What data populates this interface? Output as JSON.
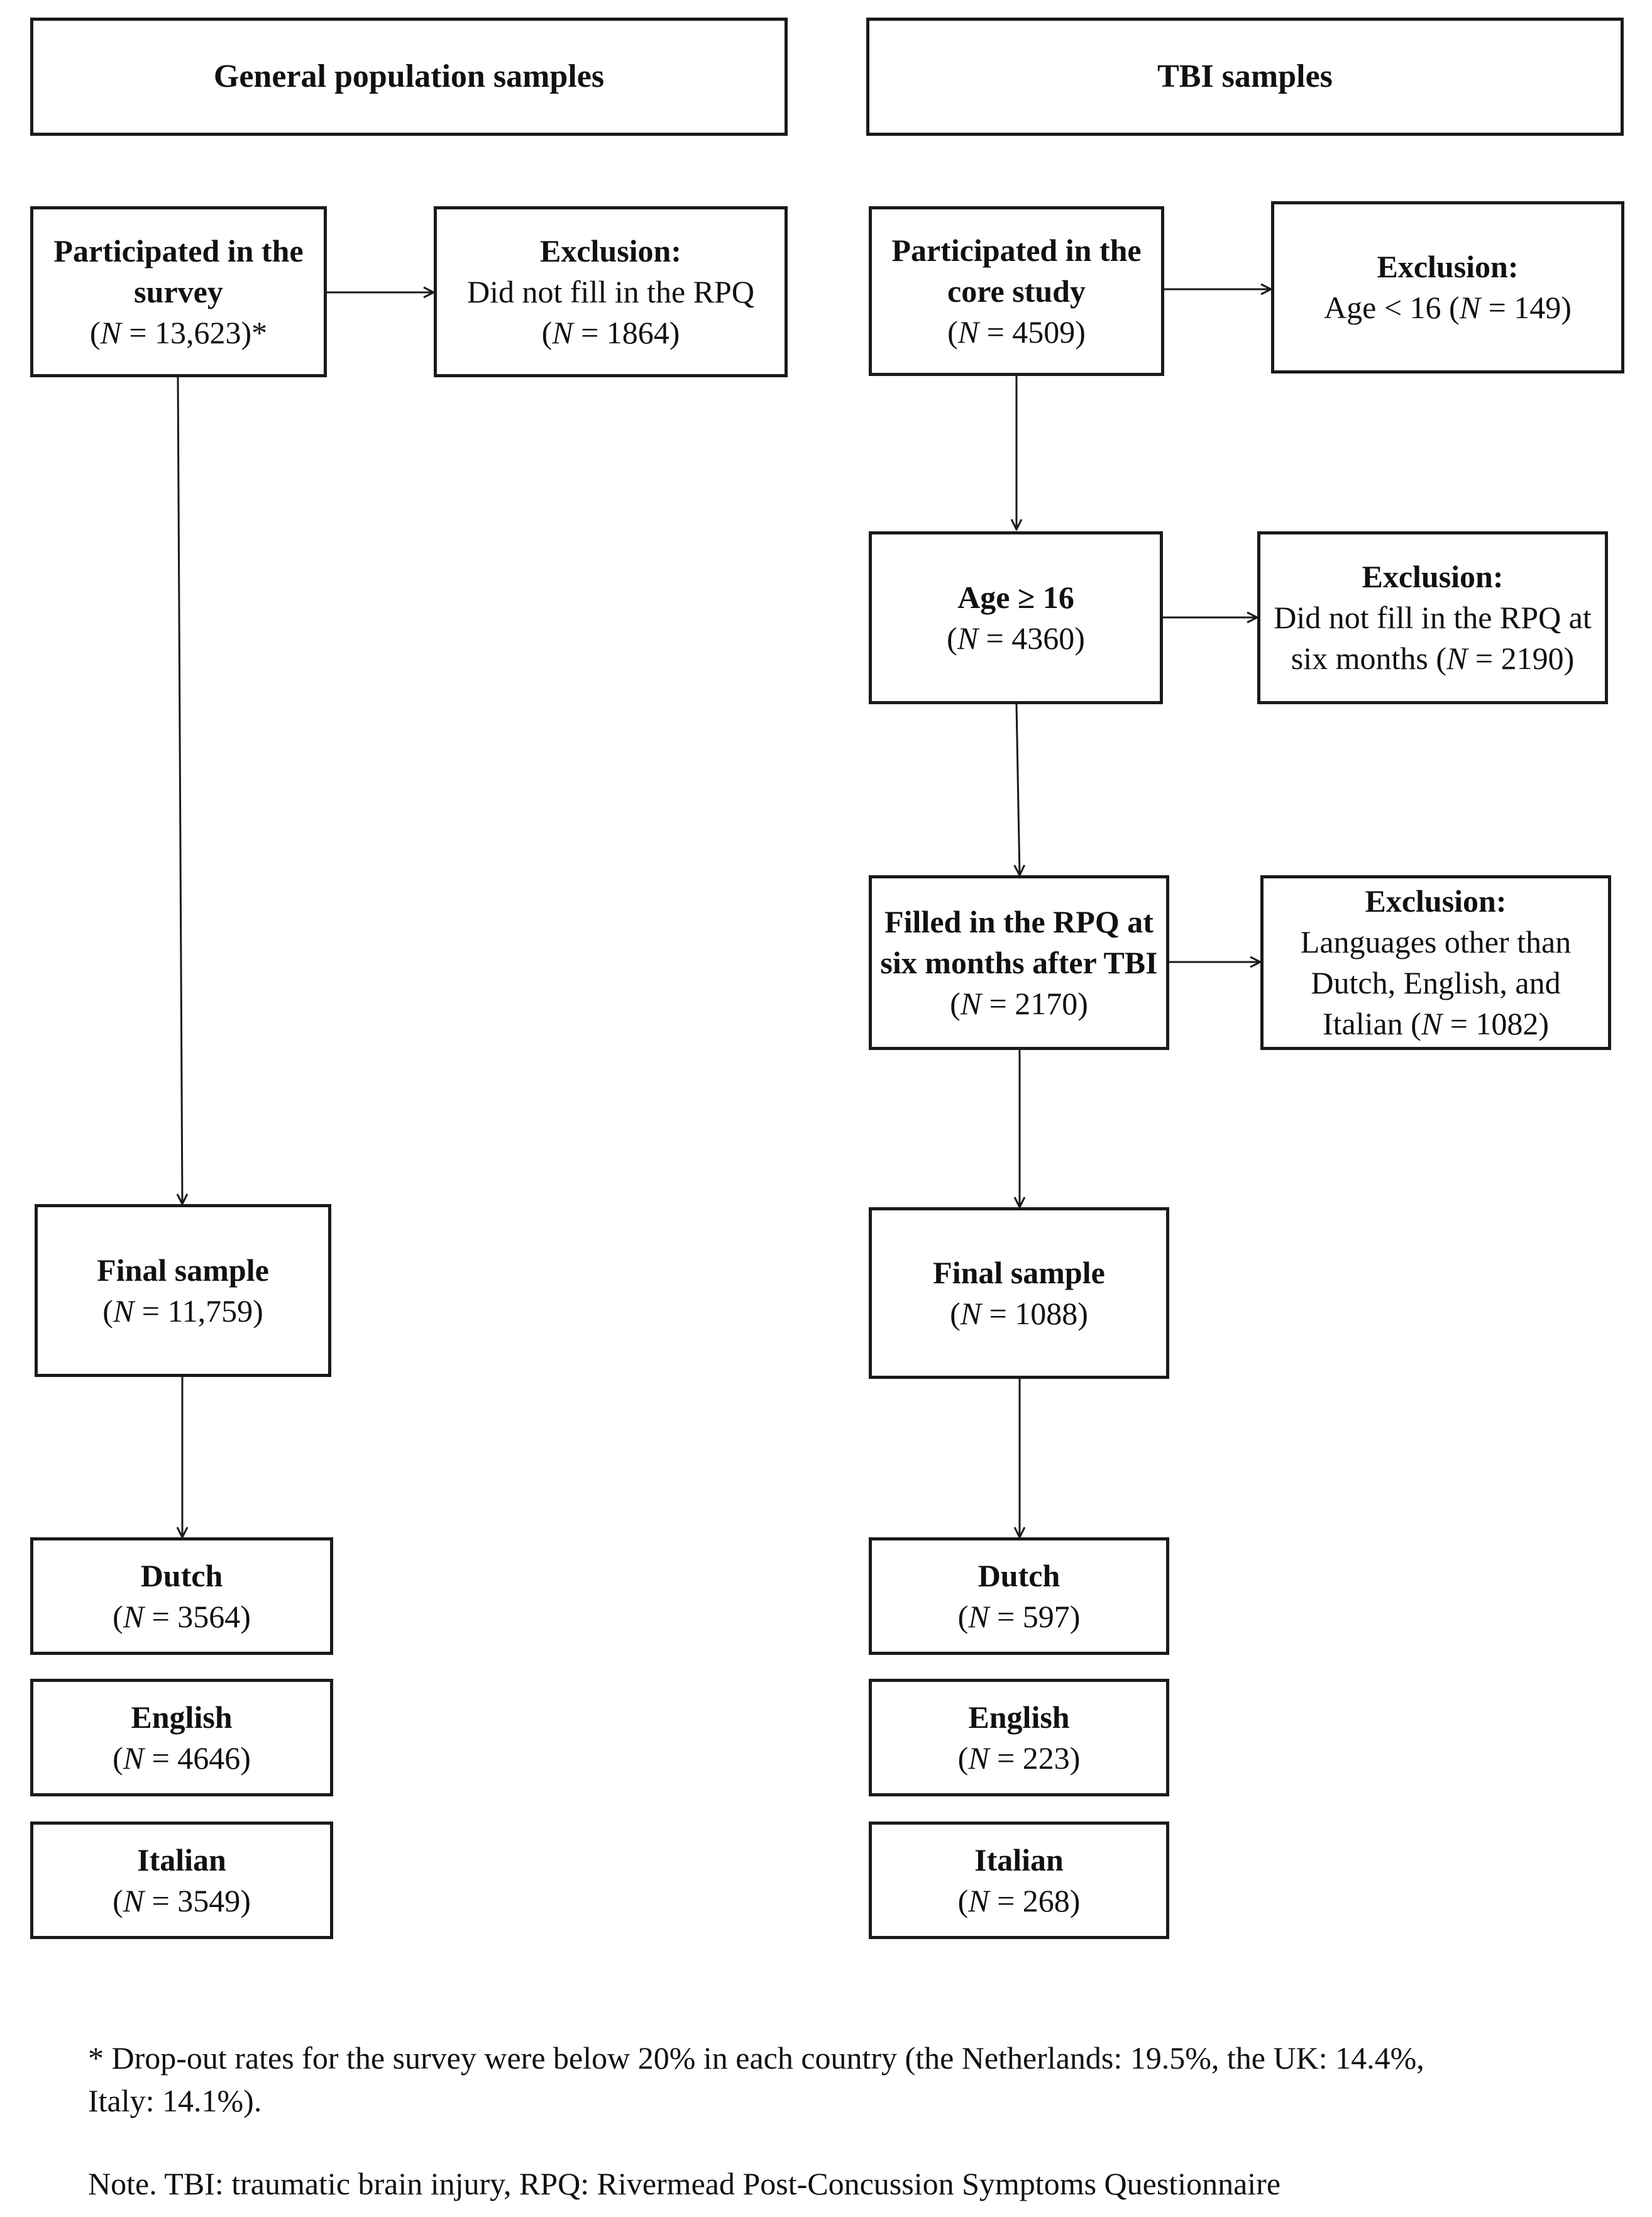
{
  "headers": {
    "left": "General population samples",
    "right": "TBI samples"
  },
  "general": {
    "participated": {
      "title": "Participated in the survey",
      "n_prefix": "(",
      "n_value": " = 13,623)*"
    },
    "exclusion": {
      "title": "Exclusion:",
      "line1": "Did not fill in the RPQ",
      "n_prefix": "(",
      "n_value": " = 1864)"
    },
    "final": {
      "title": "Final sample",
      "n_prefix": "(",
      "n_value": " = 11,759)"
    },
    "dutch": {
      "title": "Dutch",
      "n_prefix": "(",
      "n_value": " = 3564)"
    },
    "english": {
      "title": "English",
      "n_prefix": "(",
      "n_value": " = 4646)"
    },
    "italian": {
      "title": "Italian",
      "n_prefix": "(",
      "n_value": " = 3549)"
    }
  },
  "tbi": {
    "participated": {
      "title": "Participated in the core study",
      "n_prefix": "(",
      "n_value": " = 4509)"
    },
    "exclusion1": {
      "title": "Exclusion:",
      "line_prefix": "Age < 16 (",
      "n_value": " = 149)"
    },
    "age": {
      "title": "Age ≥ 16",
      "n_prefix": "(",
      "n_value": " = 4360)"
    },
    "exclusion2": {
      "title": "Exclusion:",
      "line1": "Did not fill in the RPQ at",
      "line_prefix": "six months (",
      "n_value": " = 2190)"
    },
    "filled": {
      "title": "Filled in the RPQ at six months after TBI",
      "n_prefix": "(",
      "n_value": " = 2170)"
    },
    "exclusion3": {
      "title": "Exclusion:",
      "line1": "Languages other than Dutch, English, and",
      "line_prefix": "Italian (",
      "n_value": " = 1082)"
    },
    "final": {
      "title": "Final sample",
      "n_prefix": "(",
      "n_value": " = 1088)"
    },
    "dutch": {
      "title": "Dutch",
      "n_prefix": "(",
      "n_value": " = 597)"
    },
    "english": {
      "title": "English",
      "n_prefix": "(",
      "n_value": " = 223)"
    },
    "italian": {
      "title": "Italian",
      "n_prefix": "(",
      "n_value": " = 268)"
    }
  },
  "n_symbol": "N",
  "footnote": "* Drop-out rates for the survey were below 20% in each country (the Netherlands: 19.5%, the UK: 14.4%, Italy: 14.1%).",
  "note": "Note. TBI: traumatic brain injury, RPQ: Rivermead Post-Concussion Symptoms Questionnaire"
}
